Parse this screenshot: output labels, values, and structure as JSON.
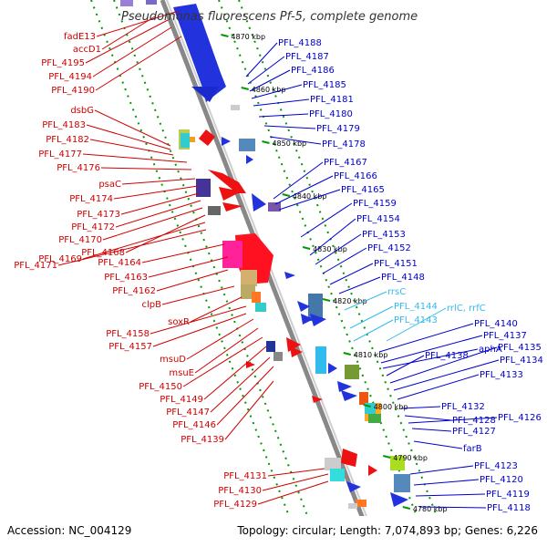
{
  "title": "Pseudomonas fluorescens Pf-5, complete genome",
  "accession": "Accession: NC_004129",
  "summary": "Topology: circular; Length: 7,074,893 bp; Genes: 6,226",
  "colors": {
    "left_label": "#d00000",
    "right_label": "#0000cc",
    "rna_label": "#33bbee",
    "tick": "#009900",
    "backbone": "#888888"
  },
  "ticks": [
    "4870 kbp",
    "4860 kbp",
    "4850 kbp",
    "4840 kbp",
    "4830 kbp",
    "4820 kbp",
    "4810 kbp",
    "4800 kbp",
    "4790 kbp",
    "4780 kbp"
  ],
  "left_labels": [
    "fadE13",
    "accD1",
    "PFL_4195",
    "PFL_4194",
    "PFL_4190",
    "dsbG",
    "PFL_4183",
    "PFL_4182",
    "PFL_4177",
    "PFL_4176",
    "psaC",
    "PFL_4174",
    "PFL_4173",
    "PFL_4172",
    "PFL_4170",
    "PFL_4168",
    "PFL_4169",
    "PFL_4171",
    "PFL_4164",
    "PFL_4163",
    "PFL_4162",
    "clpB",
    "soxR",
    "PFL_4158",
    "PFL_4157",
    "msuD",
    "msuE",
    "PFL_4150",
    "PFL_4149",
    "PFL_4147",
    "PFL_4146",
    "PFL_4139",
    "PFL_4131",
    "PFL_4130",
    "PFL_4129"
  ],
  "right_labels": [
    "PFL_4188",
    "PFL_4187",
    "PFL_4186",
    "PFL_4185",
    "PFL_4181",
    "PFL_4180",
    "PFL_4179",
    "PFL_4178",
    "PFL_4167",
    "PFL_4166",
    "PFL_4165",
    "PFL_4159",
    "PFL_4154",
    "PFL_4153",
    "PFL_4152",
    "PFL_4151",
    "PFL_4148",
    "rrsC",
    "PFL_4144",
    "PFL_4143",
    "rrlC, rrfC",
    "PFL_4140",
    "PFL_4137",
    "aphA",
    "PFL_4138",
    "PFL_4135",
    "PFL_4134",
    "PFL_4133",
    "PFL_4132",
    "PFL_4128",
    "PFL_4126",
    "PFL_4127",
    "farB",
    "PFL_4123",
    "PFL_4120",
    "PFL_4119",
    "PFL_4118"
  ]
}
